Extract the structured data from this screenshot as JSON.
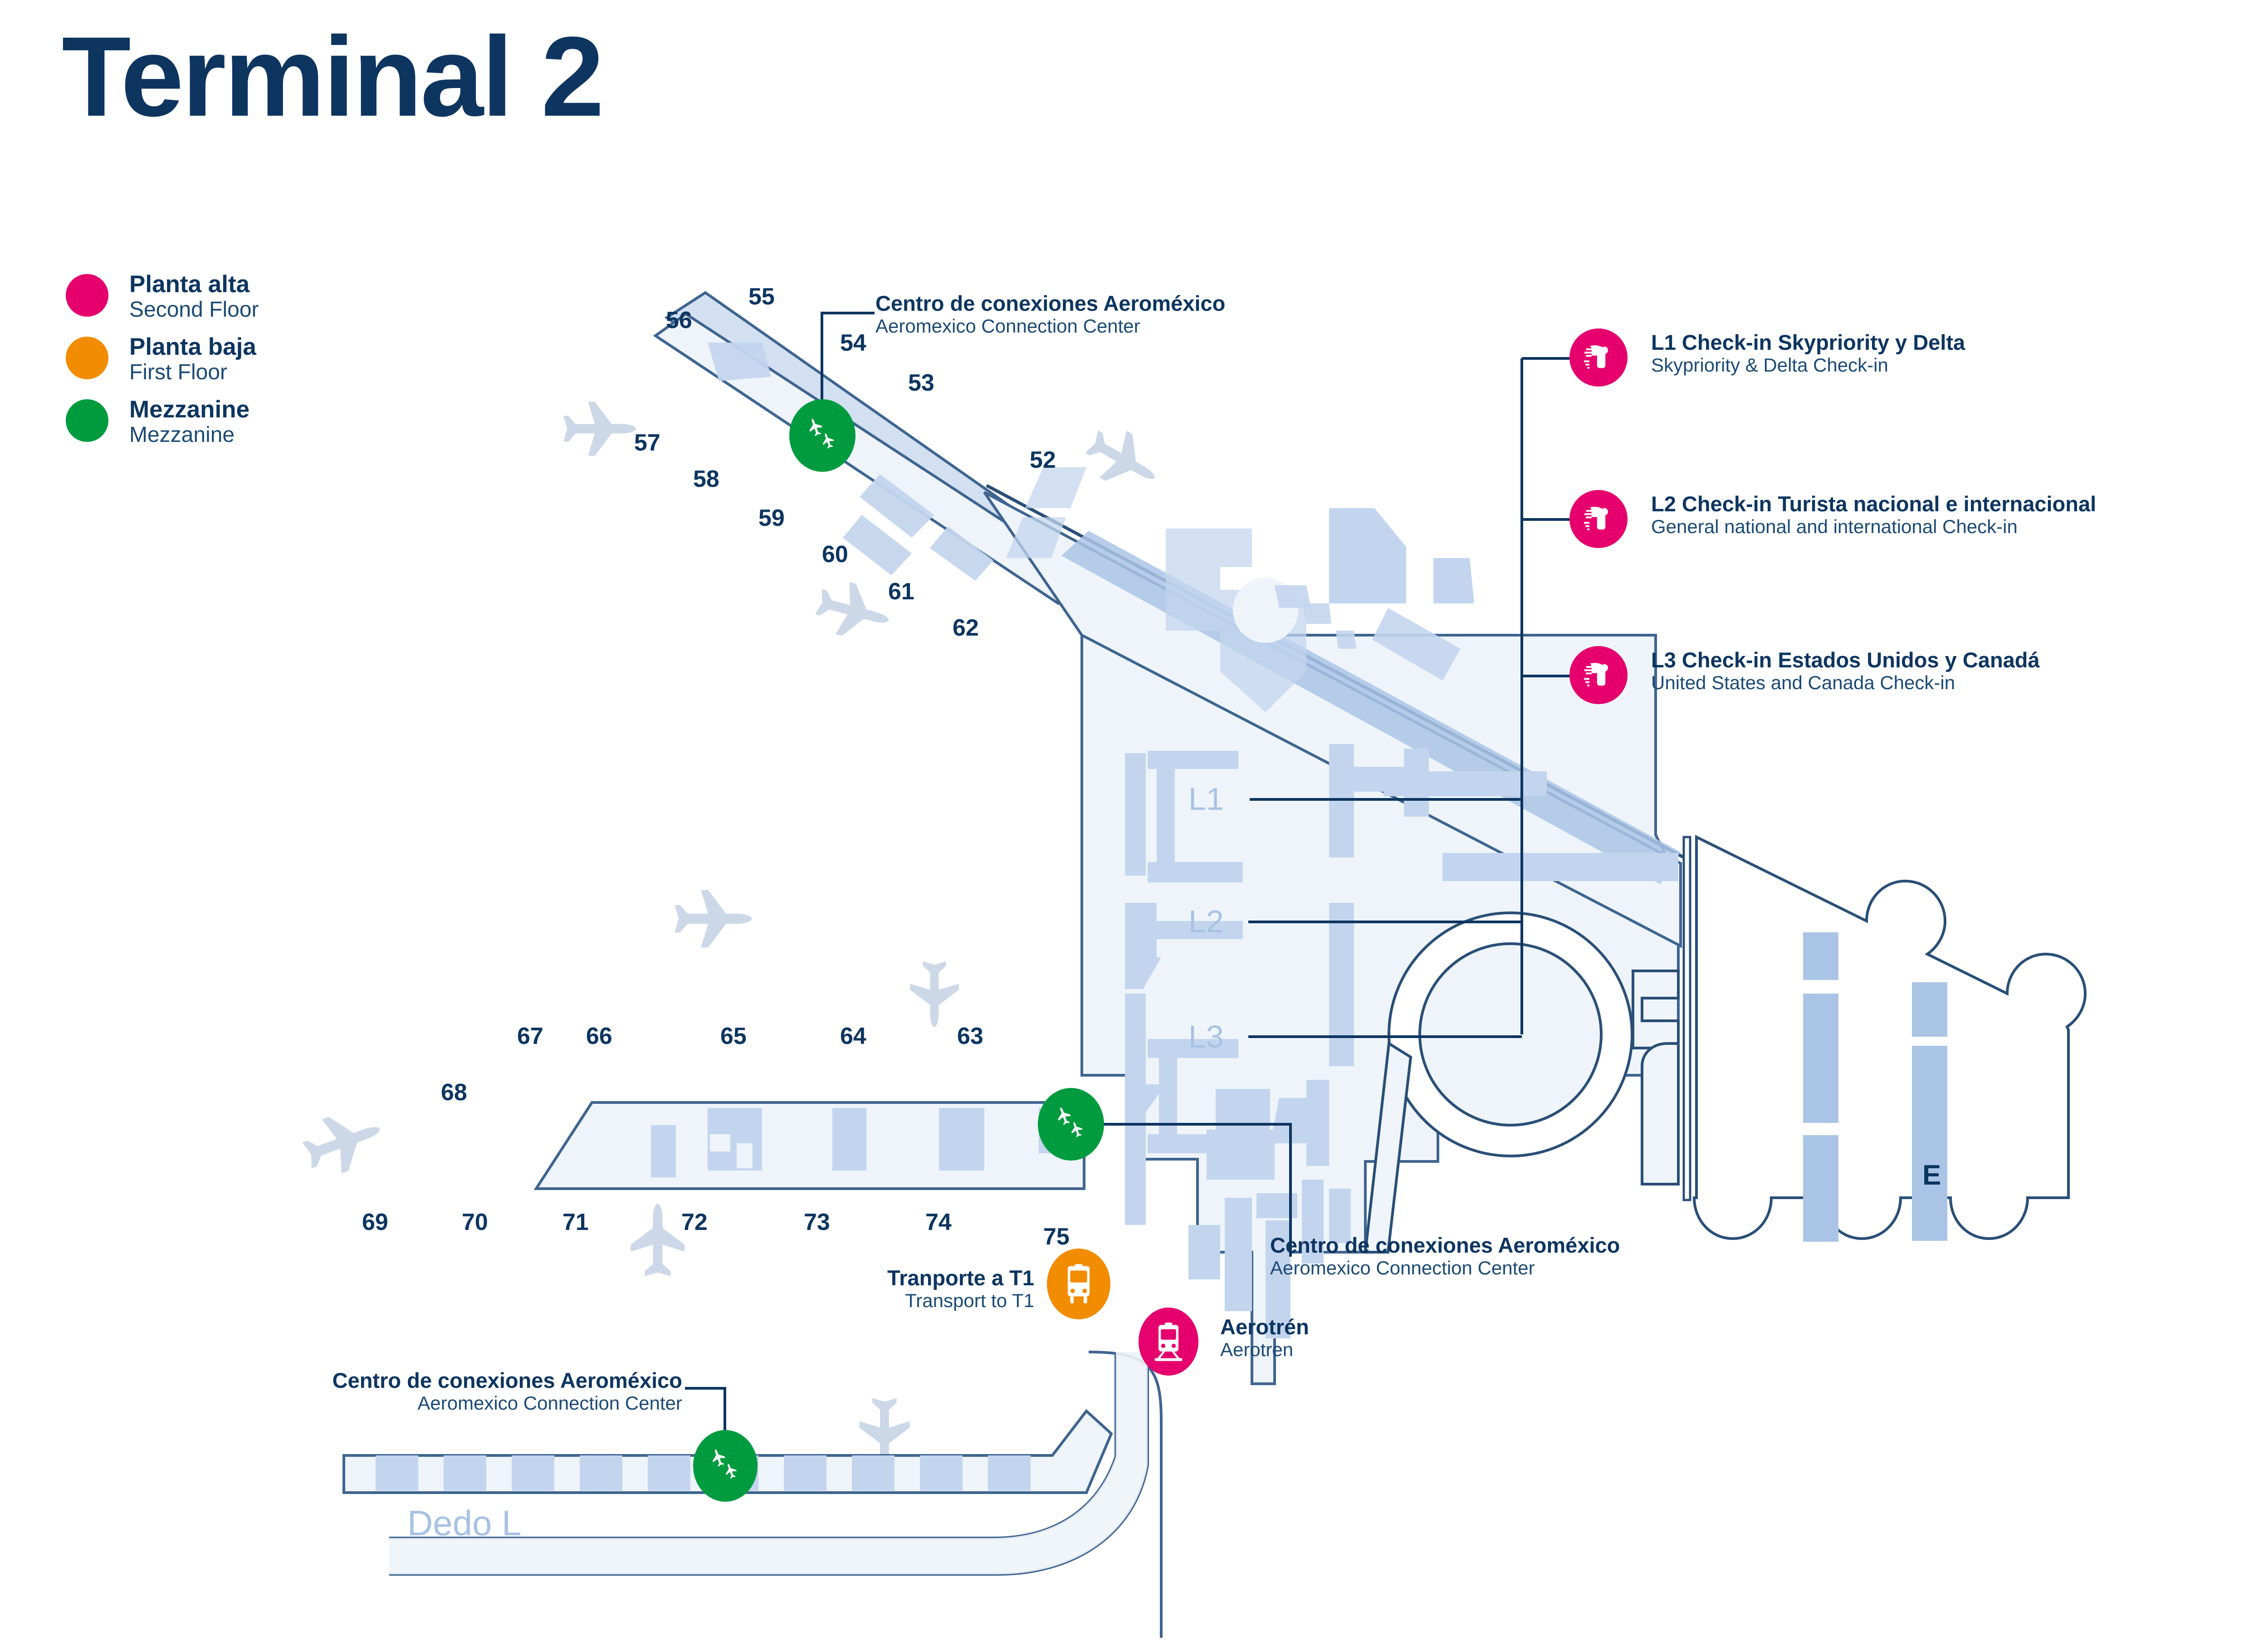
{
  "page": {
    "title": "Terminal 2"
  },
  "legend": {
    "items": [
      {
        "color": "#e5006d",
        "label_es": "Planta alta",
        "label_en": "Second Floor",
        "icon": "circle-marker-pink"
      },
      {
        "color": "#f28c00",
        "label_es": "Planta baja",
        "label_en": "First Floor",
        "icon": "circle-marker-orange"
      },
      {
        "color": "#009b3e",
        "label_es": "Mezzanine",
        "label_en": "Mezzanine",
        "icon": "circle-marker-green"
      }
    ]
  },
  "checkin_legend": {
    "items": [
      {
        "code": "L1",
        "label_es": "L1 Check-in Skypriority y Delta",
        "label_en": "Skypriority & Delta Check-in",
        "color": "#e5006d",
        "icon": "aeromexico-eagle-icon"
      },
      {
        "code": "L2",
        "label_es": "L2 Check-in Turista nacional e internacional",
        "label_en": "General national and international Check-in",
        "color": "#e5006d",
        "icon": "aeromexico-eagle-icon"
      },
      {
        "code": "L3",
        "label_es": "L3 Check-in Estados Unidos y Canadá",
        "label_en": "United States and Canada Check-in",
        "color": "#e5006d",
        "icon": "aeromexico-eagle-icon"
      }
    ]
  },
  "map_callouts": [
    {
      "id": "connection-center-top",
      "label_es": "Centro de conexiones Aeroméxico",
      "label_en": "Aeromexico Connection Center",
      "color": "#009b3e",
      "icon": "two-planes-icon"
    },
    {
      "id": "connection-center-middle",
      "label_es": "Centro de conexiones Aeroméxico",
      "label_en": "Aeromexico Connection Center",
      "color": "#009b3e",
      "icon": "two-planes-icon"
    },
    {
      "id": "connection-center-dedo-l",
      "label_es": "Centro de conexiones Aeroméxico",
      "label_en": "Aeromexico Connection Center",
      "color": "#009b3e",
      "icon": "two-planes-icon"
    },
    {
      "id": "transport-t1",
      "label_es": "Tranporte a T1",
      "label_en": "Transport to T1",
      "color": "#f28c00",
      "icon": "bus-icon"
    },
    {
      "id": "aerotren",
      "label_es": "Aerotrén",
      "label_en": "Aerotren",
      "color": "#e5006d",
      "icon": "train-icon"
    }
  ],
  "gates": {
    "north_pier": [
      "56",
      "55",
      "54",
      "53",
      "52",
      "57",
      "58",
      "59",
      "60",
      "61",
      "62"
    ],
    "south_pier_top": [
      "67",
      "66",
      "65",
      "64",
      "63"
    ],
    "south_pier_left": [
      "68"
    ],
    "south_pier_bottom": [
      "69",
      "70",
      "71",
      "72",
      "73",
      "74",
      "75"
    ]
  },
  "map_labels": {
    "levels": [
      "L1",
      "L2",
      "L3"
    ],
    "pier": "Dedo L",
    "zone": "E"
  },
  "colors": {
    "brand_navy": "#0d3560",
    "pink": "#e5006d",
    "orange": "#f28c00",
    "green": "#009b3e",
    "building_fill": "#eef4f9",
    "building_stroke": "#5a7fa8",
    "room_fill": "#c3d5ee",
    "aircraft": "#ccd8e8"
  }
}
